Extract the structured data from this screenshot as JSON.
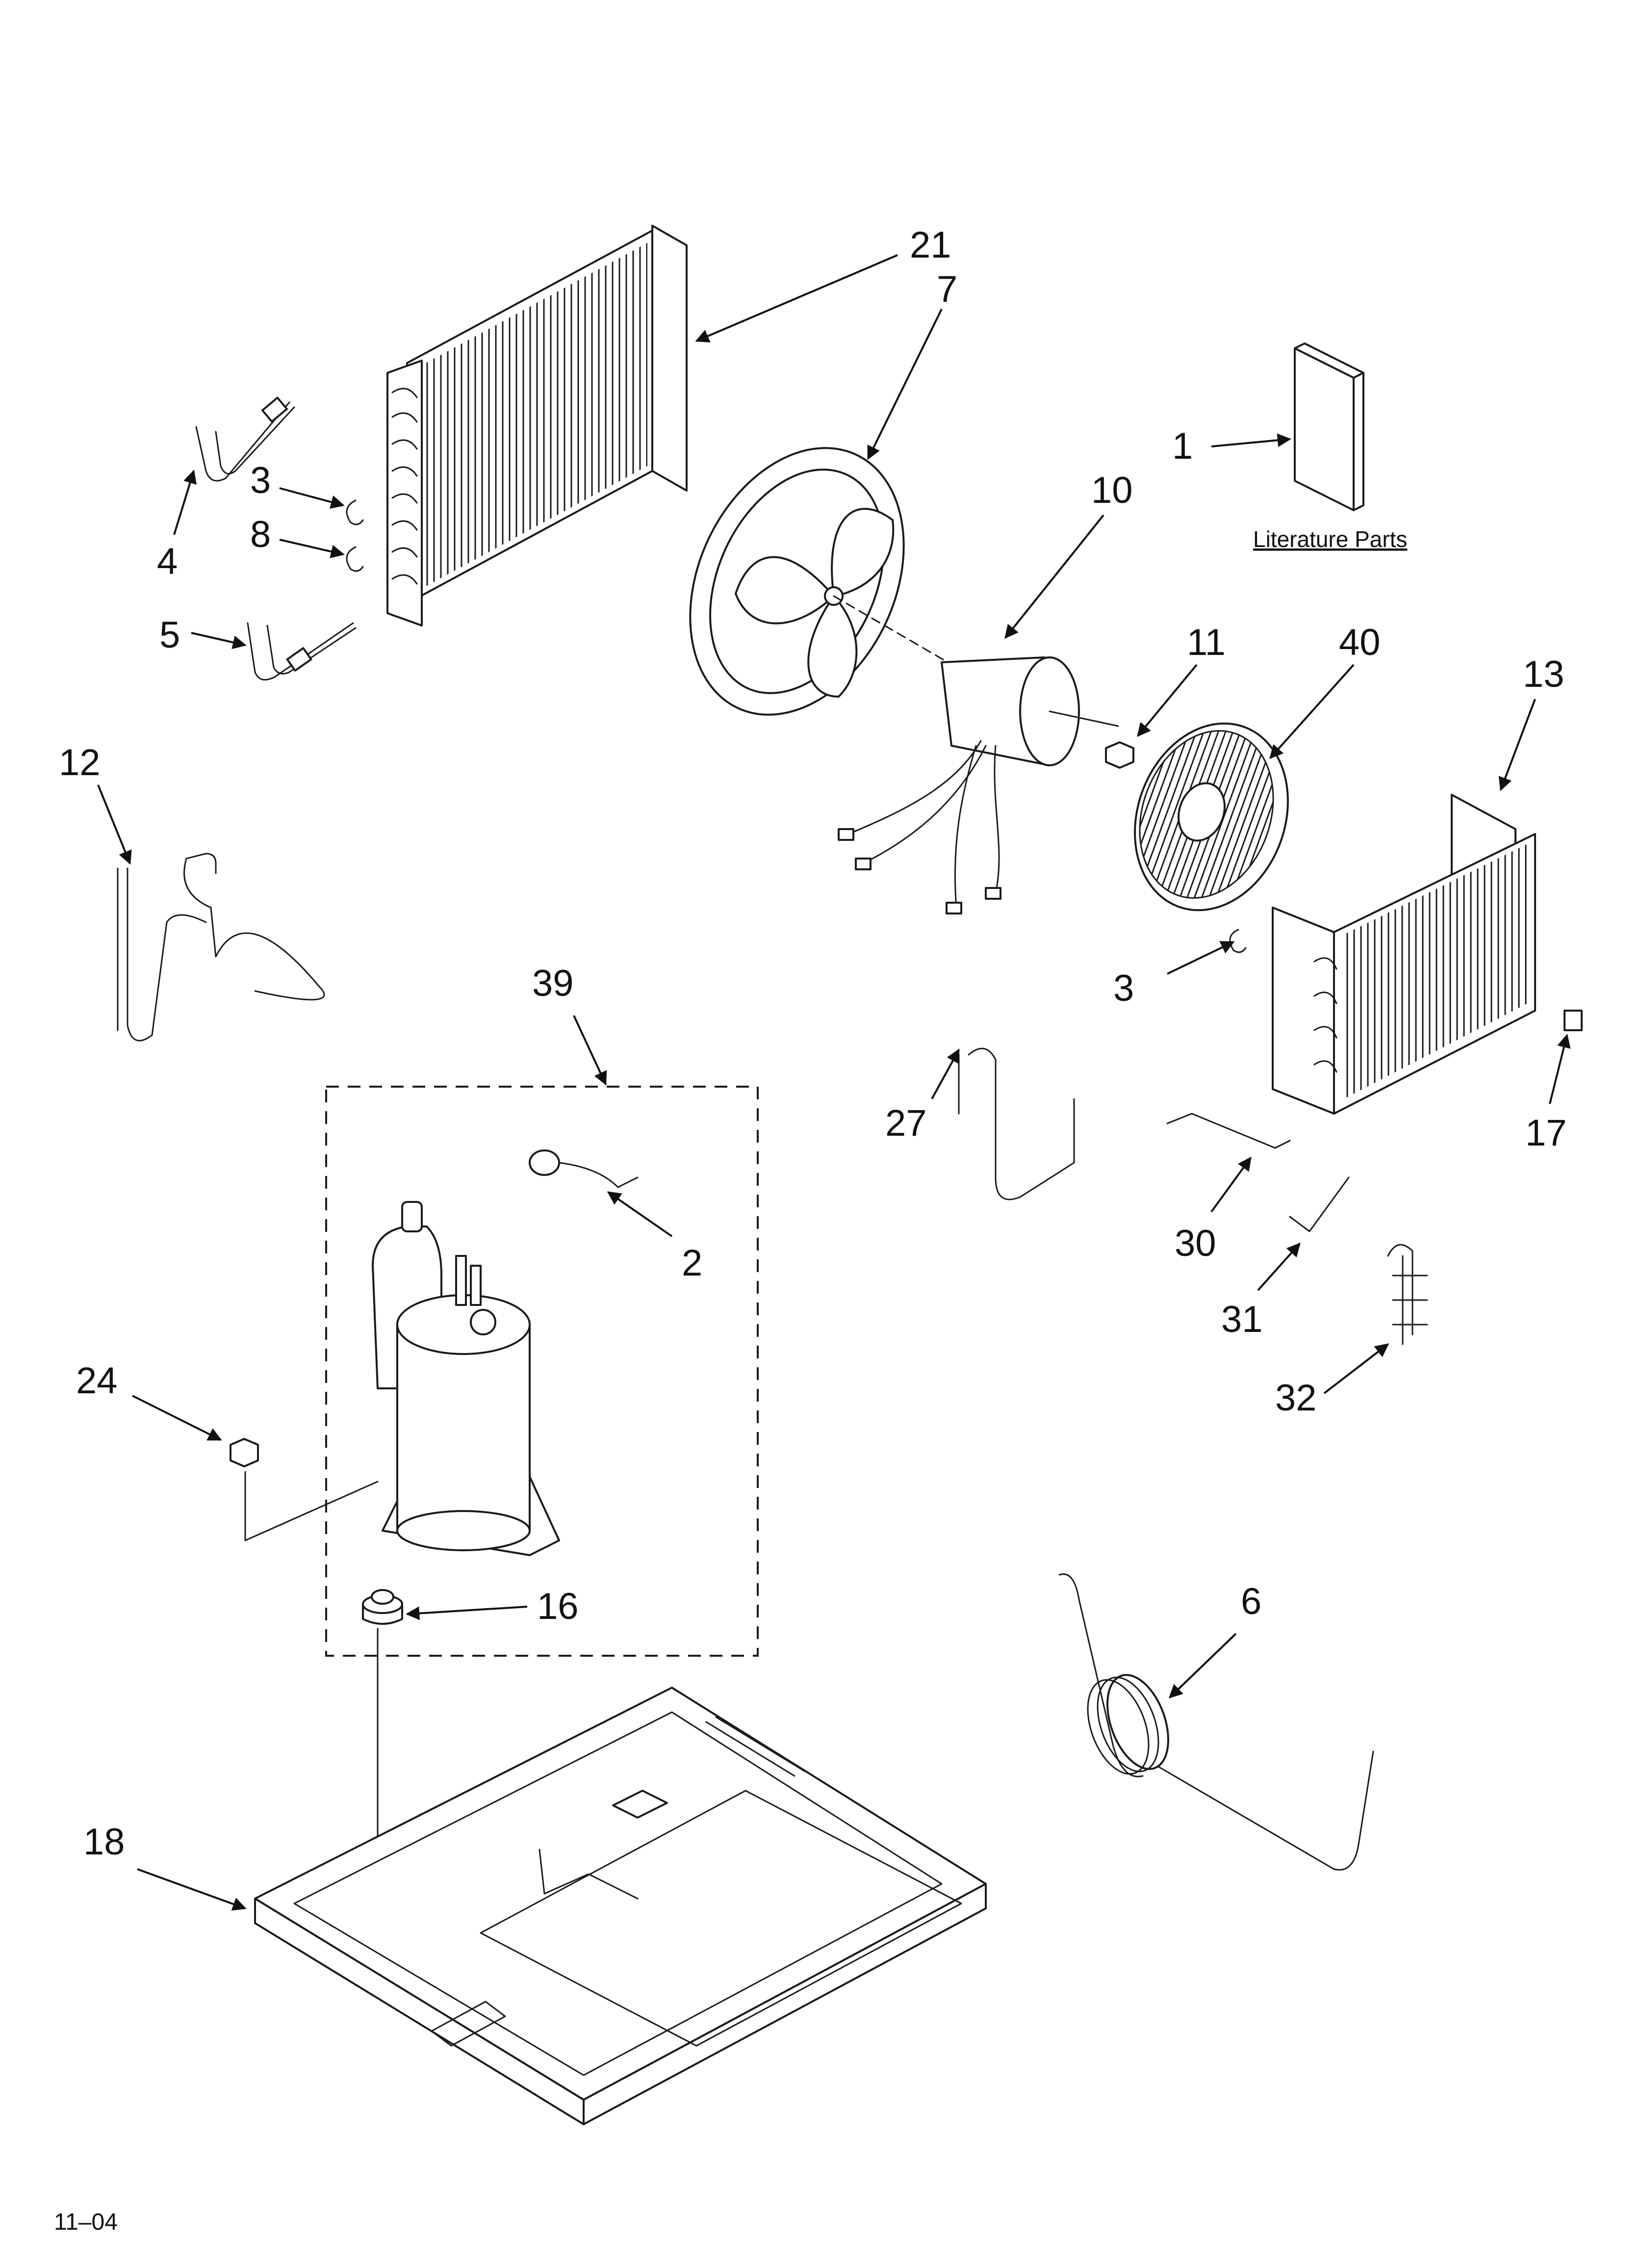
{
  "callouts": {
    "c1": "1",
    "c2": "2",
    "c3a": "3",
    "c3b": "3",
    "c4": "4",
    "c5": "5",
    "c6": "6",
    "c7": "7",
    "c8": "8",
    "c10": "10",
    "c11": "11",
    "c12": "12",
    "c13": "13",
    "c16": "16",
    "c17": "17",
    "c18": "18",
    "c21": "21",
    "c24": "24",
    "c27": "27",
    "c30": "30",
    "c31": "31",
    "c32": "32",
    "c39": "39",
    "c40": "40"
  },
  "literature_label": "Literature Parts",
  "footer_code": "11–04"
}
